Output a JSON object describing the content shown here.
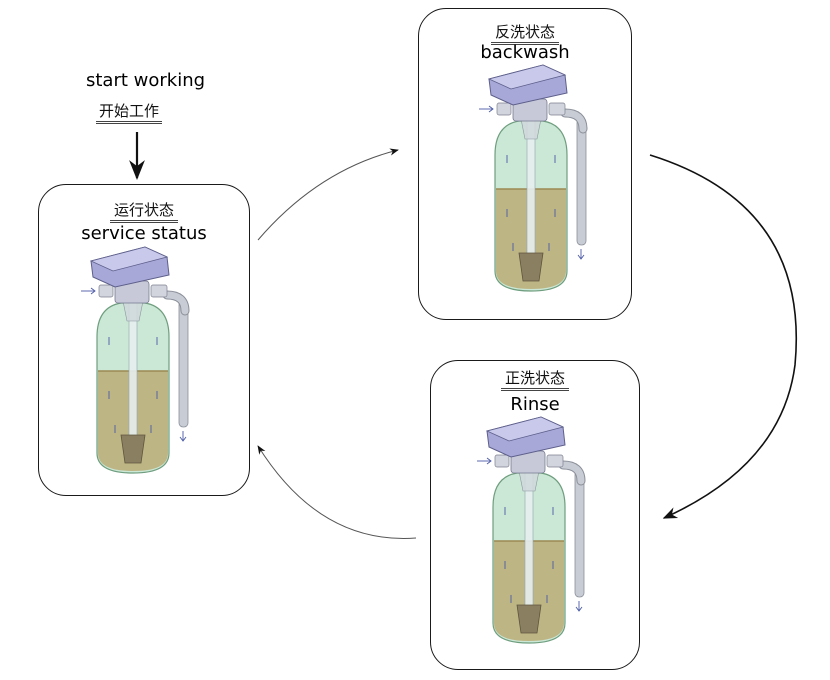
{
  "start": {
    "label_en": "start working",
    "label_cn": "开始工作"
  },
  "stages": {
    "service": {
      "title_cn": "运行状态",
      "title_en": "service status"
    },
    "backwash": {
      "title_cn": "反洗状态",
      "title_en": "backwash"
    },
    "rinse": {
      "title_cn": "正洗状态",
      "title_en": "Rinse"
    }
  },
  "icons": {
    "vessel": "filter-vessel-icon",
    "control_valve": "control-valve-icon",
    "flow_arrow": "flow-arrow-icon"
  },
  "colors": {
    "tank_glass": "#a9d7b9",
    "resin_bed": "#b9a46a",
    "valve_head": "#a8a8d8",
    "pipe": "#c8ccd4",
    "outline": "#1a1a1a"
  }
}
